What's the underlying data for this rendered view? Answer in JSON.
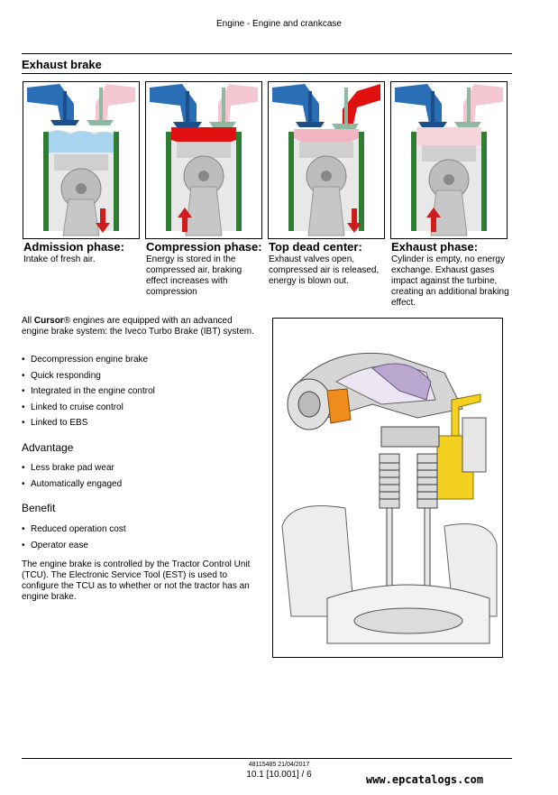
{
  "header": {
    "title": "Engine - Engine and crankcase"
  },
  "section": {
    "title": "Exhaust brake"
  },
  "phases": [
    {
      "title": "Admission phase:",
      "desc": "Intake of fresh air.",
      "arrow": "down"
    },
    {
      "title": "Compression phase:",
      "desc": "Energy is stored in the compressed air, braking effect increases with compression",
      "arrow": "up"
    },
    {
      "title": "Top dead center:",
      "desc": "Exhaust valves open, compressed air is released, energy is blown out.",
      "arrow": "down"
    },
    {
      "title": "Exhaust phase:",
      "desc": "Cylinder is empty, no energy exchange.  Exhaust gases impact against the turbine, creating an additional braking effect.",
      "arrow": "up"
    }
  ],
  "intro": {
    "pre": "All ",
    "brand": "Cursor",
    "post": "® engines are equipped with an advanced engine brake system: the Iveco Turbo Brake (IBT) system."
  },
  "features": [
    "Decompression engine brake",
    "Quick responding",
    "Integrated in the engine control",
    "Linked to cruise control",
    "Linked to EBS"
  ],
  "advantage": {
    "heading": "Advantage",
    "items": [
      "Less brake pad wear",
      "Automatically engaged"
    ]
  },
  "benefit": {
    "heading": "Benefit",
    "items": [
      "Reduced operation cost",
      "Operator ease"
    ]
  },
  "closing": "The engine brake is controlled by the Tractor Control Unit (TCU). The Electronic Service Tool (EST) is used to configure the TCU as to whether or not the tractor has an engine brake.",
  "footer": {
    "code": "48115485 21/04/2017",
    "page": "10.1 [10.001] / 6",
    "url": "www.epcatalogs.com"
  },
  "colors": {
    "intake": "#2a6fb5",
    "exhaust_hot": "#e01010",
    "exhaust_cool": "#f3b8c6",
    "cylinder": "#2e7d32",
    "arrow": "#d01c1c"
  }
}
